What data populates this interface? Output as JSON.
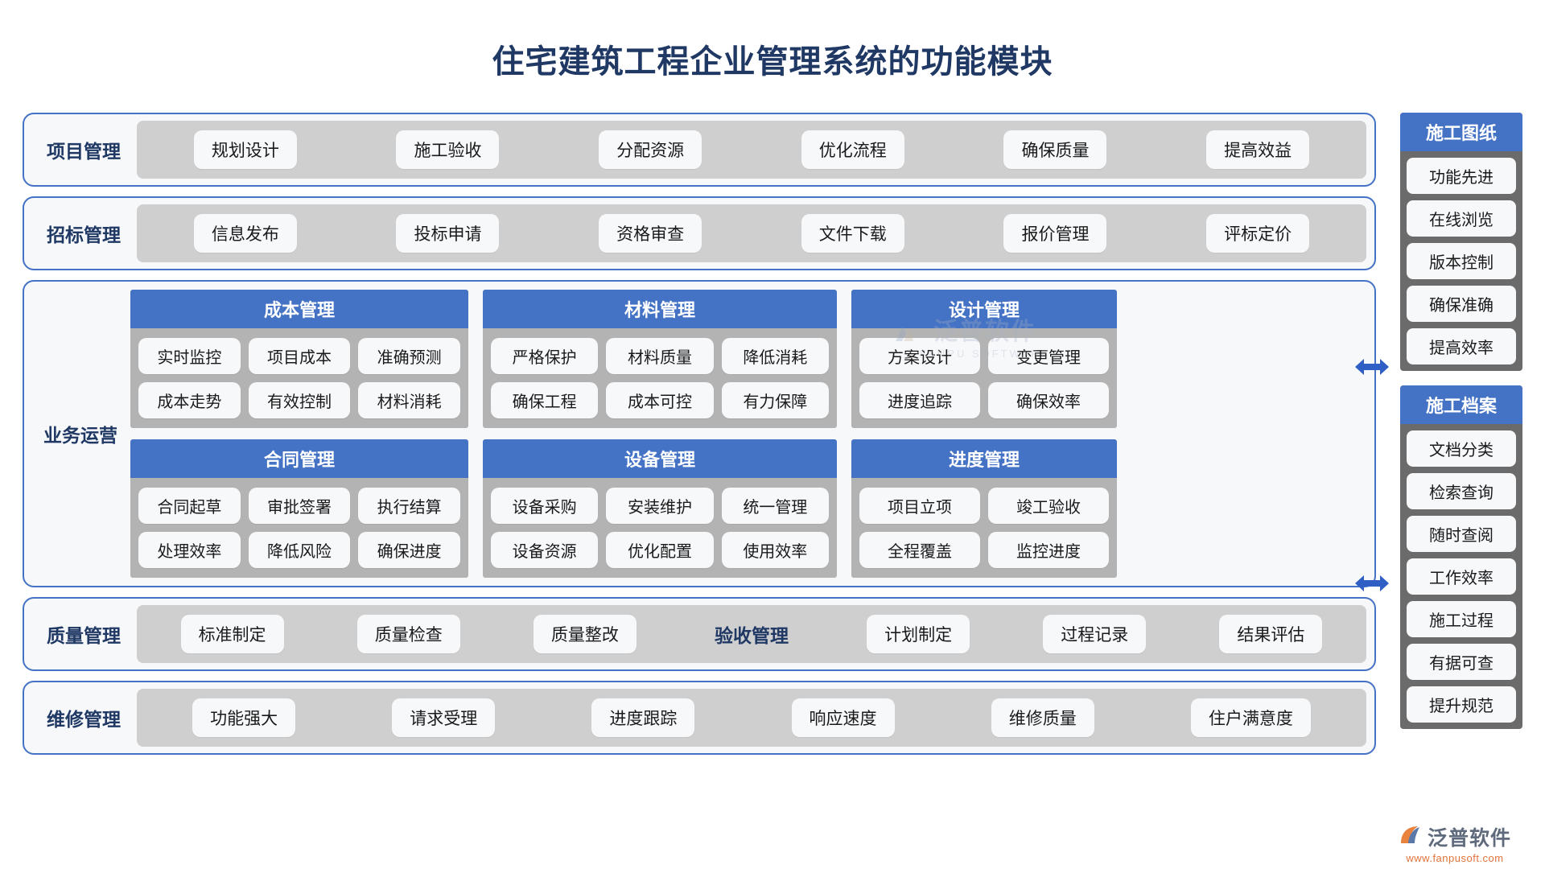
{
  "title": "住宅建筑工程企业管理系统的功能模块",
  "rows": [
    {
      "label": "项目管理",
      "items": [
        "规划设计",
        "施工验收",
        "分配资源",
        "优化流程",
        "确保质量",
        "提高效益"
      ]
    },
    {
      "label": "招标管理",
      "items": [
        "信息发布",
        "投标申请",
        "资格审查",
        "文件下载",
        "报价管理",
        "评标定价"
      ]
    }
  ],
  "business": {
    "label": "业务运营",
    "modules": [
      {
        "title": "成本管理",
        "lines": [
          [
            "实时监控",
            "项目成本",
            "准确预测"
          ],
          [
            "成本走势",
            "有效控制",
            "材料消耗"
          ]
        ]
      },
      {
        "title": "材料管理",
        "lines": [
          [
            "严格保护",
            "材料质量",
            "降低消耗"
          ],
          [
            "确保工程",
            "成本可控",
            "有力保障"
          ]
        ]
      },
      {
        "title": "设计管理",
        "lines": [
          [
            "方案设计",
            "变更管理"
          ],
          [
            "进度追踪",
            "确保效率"
          ]
        ]
      },
      {
        "title": "合同管理",
        "lines": [
          [
            "合同起草",
            "审批签署",
            "执行结算"
          ],
          [
            "处理效率",
            "降低风险",
            "确保进度"
          ]
        ]
      },
      {
        "title": "设备管理",
        "lines": [
          [
            "设备采购",
            "安装维护",
            "统一管理"
          ],
          [
            "设备资源",
            "优化配置",
            "使用效率"
          ]
        ]
      },
      {
        "title": "进度管理",
        "lines": [
          [
            "项目立项",
            "竣工验收"
          ],
          [
            "全程覆盖",
            "监控进度"
          ]
        ]
      }
    ]
  },
  "quality_row": {
    "label": "质量管理",
    "left_items": [
      "标准制定",
      "质量检查",
      "质量整改"
    ],
    "inline_label": "验收管理",
    "right_items": [
      "计划制定",
      "过程记录",
      "结果评估"
    ]
  },
  "maintenance_row": {
    "label": "维修管理",
    "items": [
      "功能强大",
      "请求受理",
      "进度跟踪",
      "响应速度",
      "维修质量",
      "住户满意度"
    ]
  },
  "sidebar": {
    "panels": [
      {
        "title": "施工图纸",
        "items": [
          "功能先进",
          "在线浏览",
          "版本控制",
          "确保准确",
          "提高效率"
        ]
      },
      {
        "title": "施工档案",
        "items": [
          "文档分类",
          "检索查询",
          "随时查阅",
          "工作效率",
          "施工过程",
          "有据可查",
          "提升规范"
        ]
      }
    ]
  },
  "watermark": {
    "name": "泛普软件",
    "sub": "FANPU SOFTWARE"
  },
  "brand": {
    "name": "泛普软件",
    "url": "www.fanpusoft.com"
  },
  "colors": {
    "accent_blue": "#4472c4",
    "title_navy": "#1f3864",
    "band_gray": "#cfcfcf",
    "module_gray": "#b3b3b3",
    "sidebar_gray": "#6b6b6b",
    "pill_white": "#f7f8fa"
  }
}
